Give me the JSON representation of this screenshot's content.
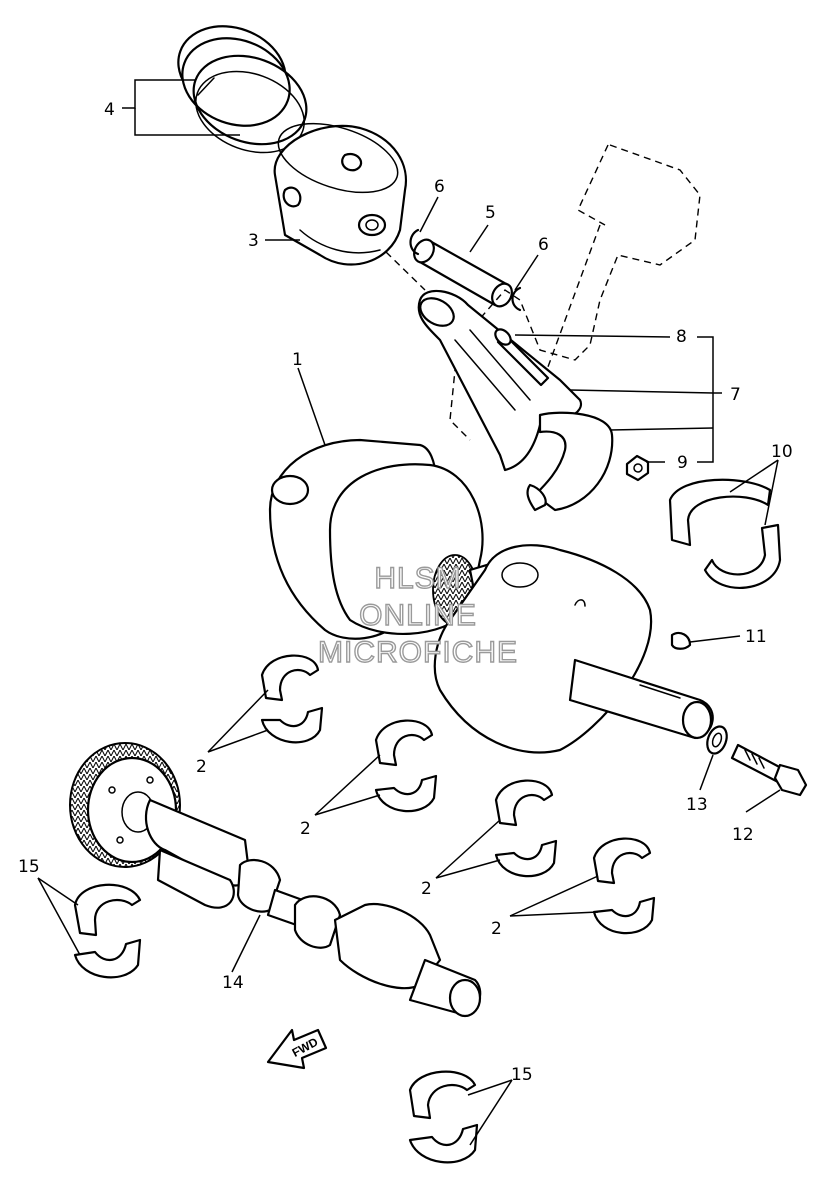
{
  "diagram": {
    "callouts": [
      {
        "key": "c4",
        "text": "4"
      },
      {
        "key": "c3",
        "text": "3"
      },
      {
        "key": "c6a",
        "text": "6"
      },
      {
        "key": "c5",
        "text": "5"
      },
      {
        "key": "c6b",
        "text": "6"
      },
      {
        "key": "c8",
        "text": "8"
      },
      {
        "key": "c1",
        "text": "1"
      },
      {
        "key": "c7",
        "text": "7"
      },
      {
        "key": "c9",
        "text": "9"
      },
      {
        "key": "c10",
        "text": "10"
      },
      {
        "key": "c11",
        "text": "11"
      },
      {
        "key": "c2a",
        "text": "2"
      },
      {
        "key": "c2b",
        "text": "2"
      },
      {
        "key": "c2c",
        "text": "2"
      },
      {
        "key": "c2d",
        "text": "2"
      },
      {
        "key": "c13",
        "text": "13"
      },
      {
        "key": "c12",
        "text": "12"
      },
      {
        "key": "c15a",
        "text": "15"
      },
      {
        "key": "c14",
        "text": "14"
      },
      {
        "key": "c15b",
        "text": "15"
      }
    ],
    "fwd_arrow_label": "FWD",
    "watermark": [
      "HLSM",
      "ONLINE",
      "MICROFICHE"
    ]
  },
  "colors": {
    "line": "#000000",
    "paper": "#ffffff",
    "watermark_outline": "#9a9a9a"
  }
}
